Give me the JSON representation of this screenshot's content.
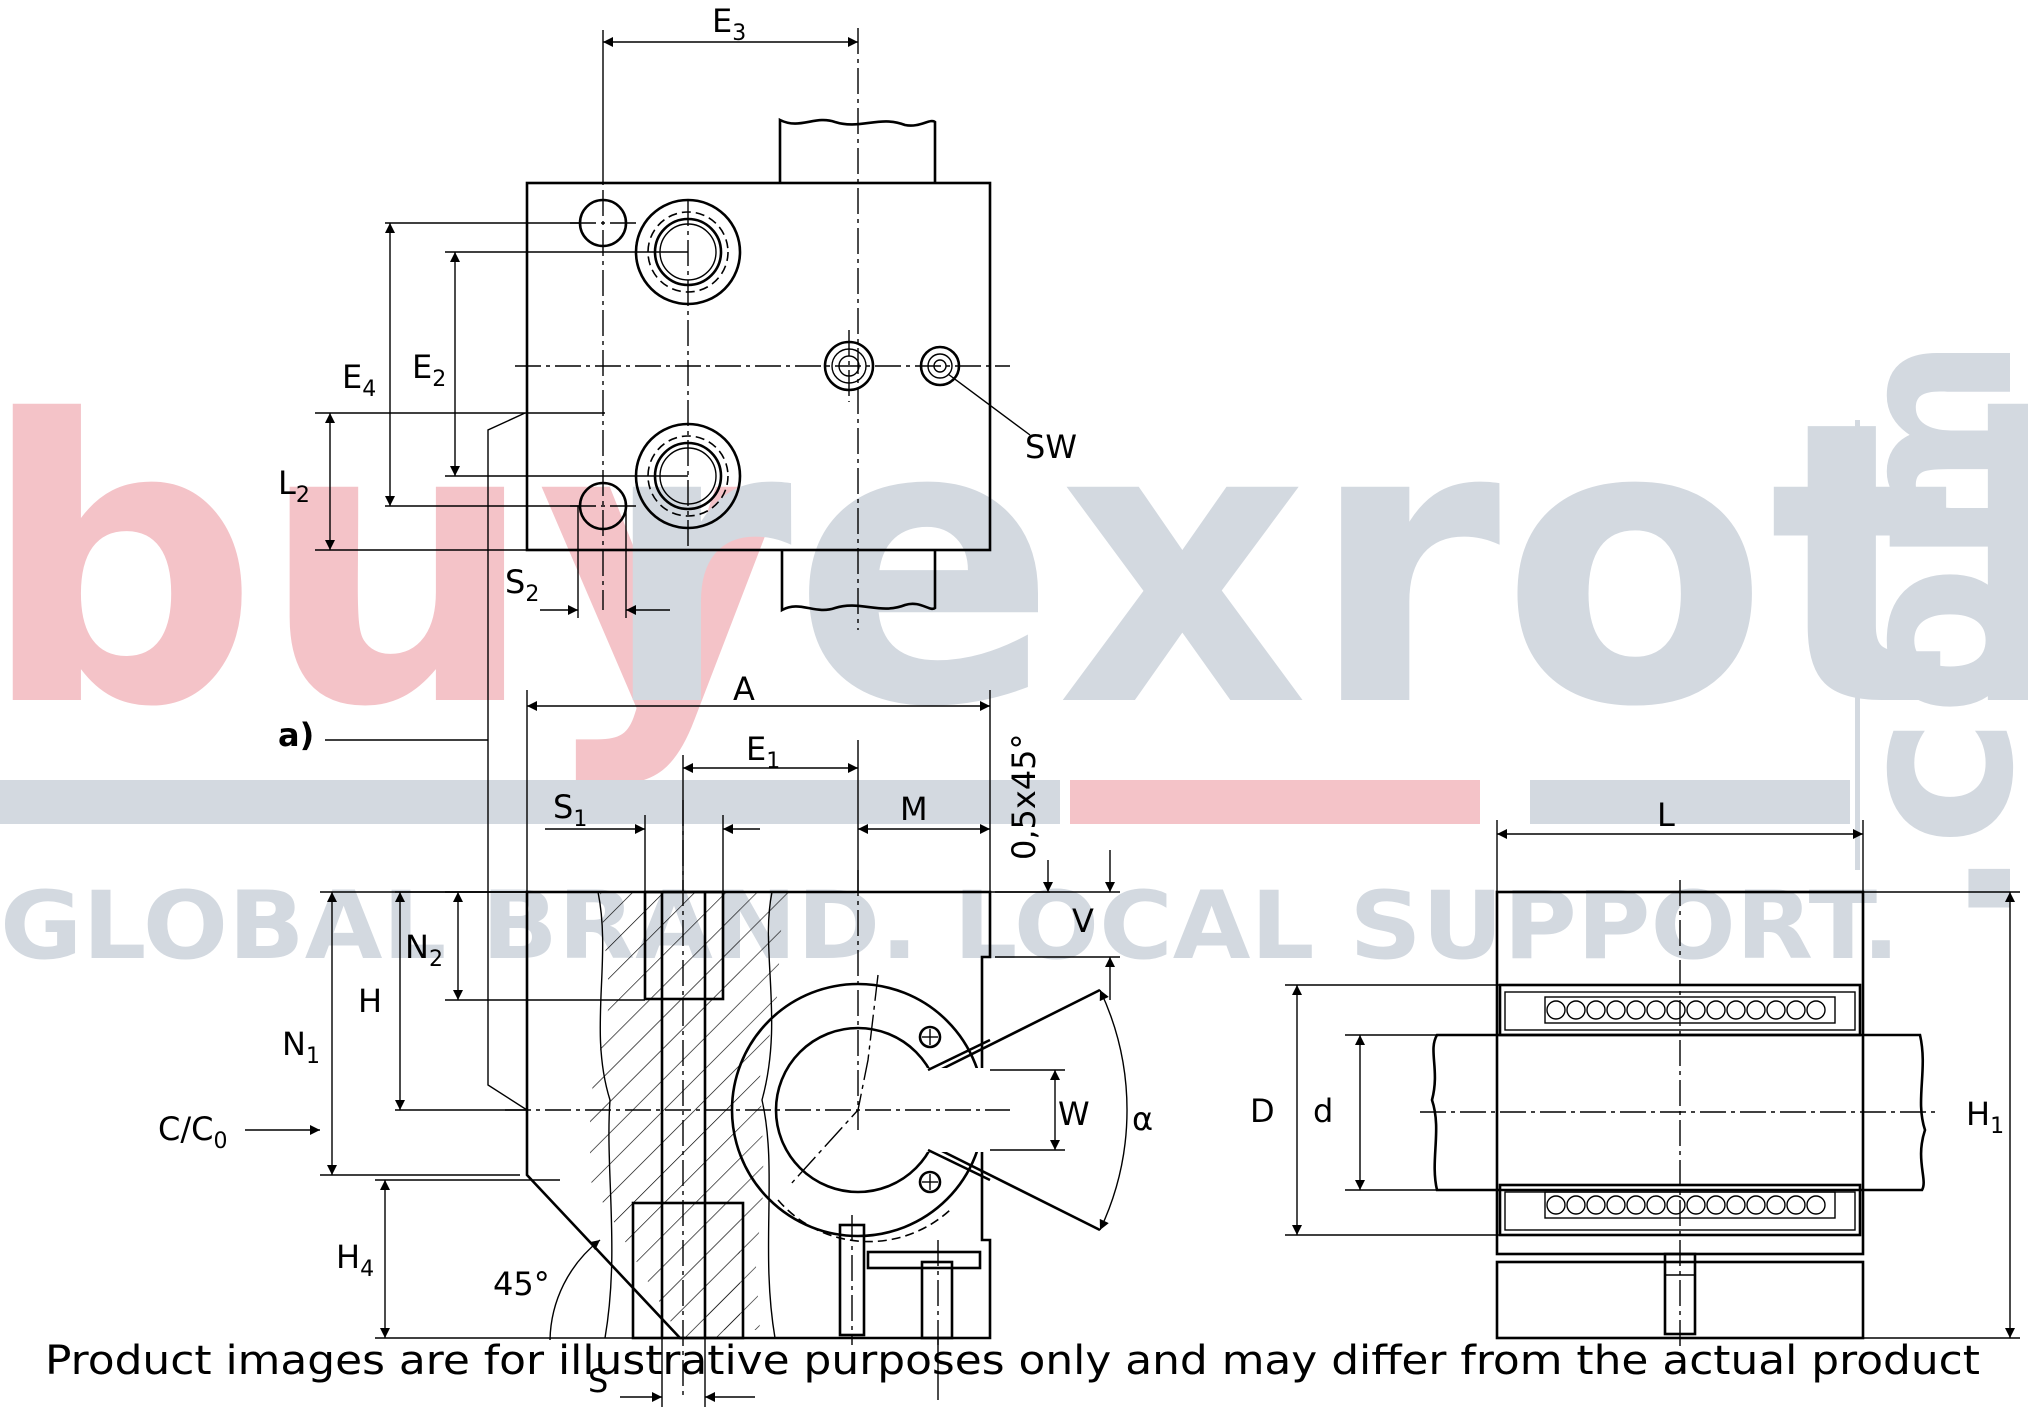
{
  "watermark": {
    "part1": "buy",
    "part2": "rexroth",
    "part3": ".com",
    "tagline": "GLOBAL BRAND. LOCAL SUPPORT.",
    "color_red": "#f4c3c8",
    "color_grey": "#d3d9e0"
  },
  "labels": {
    "E3": {
      "main": "E",
      "sub": "3"
    },
    "E4": {
      "main": "E",
      "sub": "4"
    },
    "E2": {
      "main": "E",
      "sub": "2"
    },
    "E1": {
      "main": "E",
      "sub": "1"
    },
    "L2": {
      "main": "L",
      "sub": "2"
    },
    "S2": {
      "main": "S",
      "sub": "2"
    },
    "S1": {
      "main": "S",
      "sub": "1"
    },
    "SW": "SW",
    "A": "A",
    "a": "a)",
    "M": "M",
    "chamfer": "0,5x45°",
    "V": "V",
    "N2": {
      "main": "N",
      "sub": "2"
    },
    "N1": {
      "main": "N",
      "sub": "1"
    },
    "H": "H",
    "C": {
      "main": "C/C",
      "sub": "0"
    },
    "W": "W",
    "alpha": "α",
    "H4": {
      "main": "H",
      "sub": "4"
    },
    "deg45": "45°",
    "S": "S",
    "L": "L",
    "D": "D",
    "d": "d",
    "H1": {
      "main": "H",
      "sub": "1"
    }
  },
  "disclaimer": "Product images are for illustrative purposes only and may differ from the actual product"
}
